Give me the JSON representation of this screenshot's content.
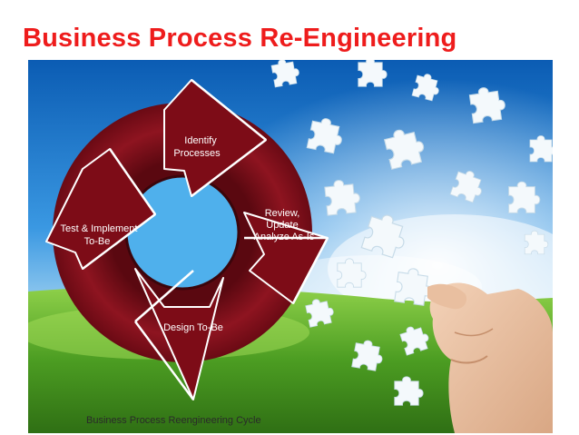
{
  "title": "Business Process Re-Engineering",
  "diagram": {
    "steps": [
      {
        "line1": "Identify",
        "line2": "Processes"
      },
      {
        "line1": "Review,",
        "line2": "Update",
        "line3": "Analyze As-Is"
      },
      {
        "line1": "Design To-Be"
      },
      {
        "line1": "Test & Implement",
        "line2": "To-Be"
      }
    ],
    "caption": "Business Process Reengineering Cycle"
  },
  "colors": {
    "title": "#ee1c1c",
    "cycle": "#8b0f1a",
    "sky": "#1f7fd4",
    "grass": "#5fae2a"
  }
}
